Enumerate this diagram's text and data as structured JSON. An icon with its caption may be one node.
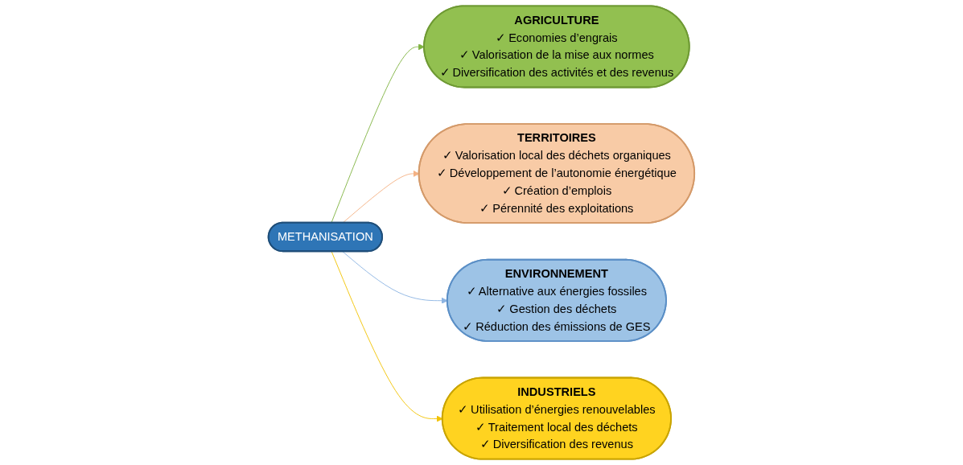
{
  "diagram": {
    "nodes": [
      {
        "text": [
          "AGRICULTURE",
          "✓ Economies d’engrais",
          "✓ Valorisation de la mise aux normes",
          "✓ Diversification des activités et des revenus"
        ]
      },
      {
        "text": [
          "TERRITOIRES",
          "✓ Valorisation local des déchets organiques",
          "✓ Développement de l’autonomie énergétique",
          "✓ Création d’emplois",
          "✓ Pérennité des exploitations"
        ]
      },
      {
        "text": [
          "METHANISATION"
        ]
      },
      {
        "text": [
          "ENVIRONNEMENT",
          "✓ Alternative aux énergies fossiles",
          "✓ Gestion des déchets",
          "✓ Réduction des émissions de GES"
        ]
      },
      {
        "text": [
          "INDUSTRIELS",
          "✓ Utilisation d’énergies renouvelables",
          "✓ Traitement local des déchets",
          "✓ Diversification des revenus"
        ]
      }
    ],
    "edges": [
      {
        "from": 2,
        "to": 0,
        "arrow": "to",
        "color": "#7fb341"
      },
      {
        "from": 2,
        "to": 1,
        "arrow": "to",
        "color": "#f4b183"
      },
      {
        "from": 2,
        "to": 3,
        "arrow": "to",
        "color": "#8db4e2"
      },
      {
        "from": 2,
        "to": 4,
        "arrow": "to",
        "color": "#f2c200"
      }
    ]
  }
}
